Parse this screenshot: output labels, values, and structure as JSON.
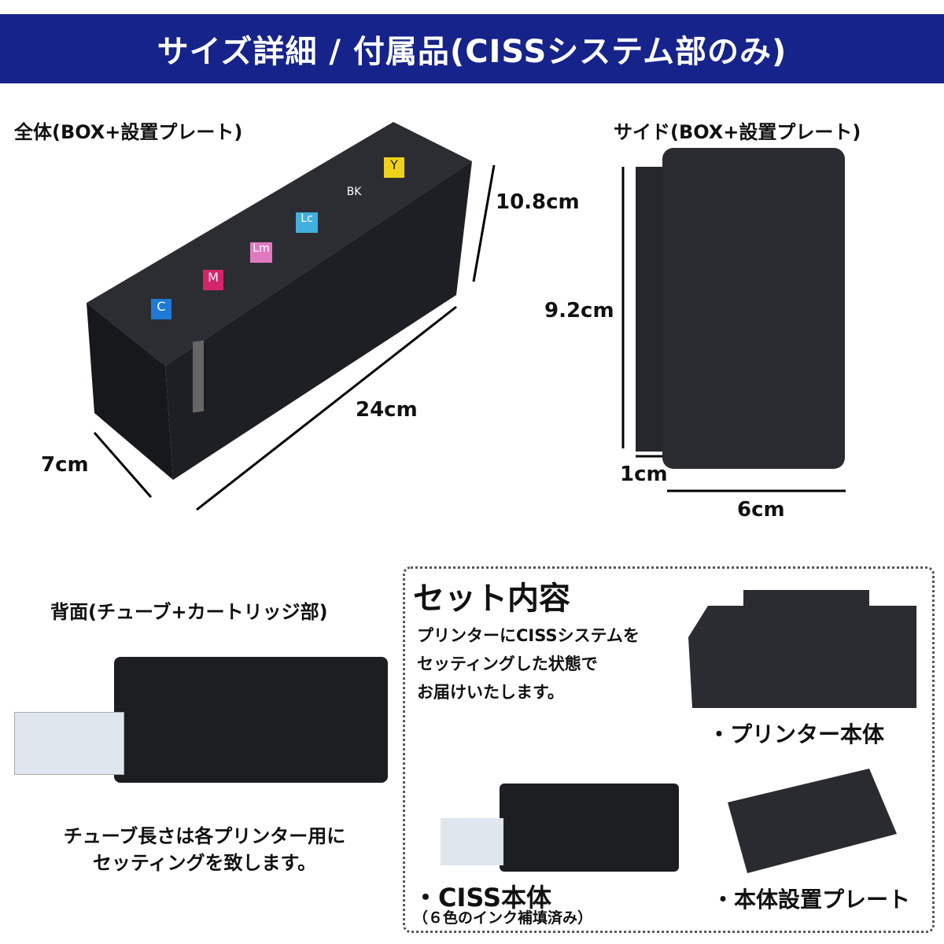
{
  "header": {
    "title": "サイズ詳細 / 付属品(CISSシステム部のみ)",
    "bg_color": "#16238a"
  },
  "overall": {
    "label": "全体(BOX+設置プレート)",
    "dims": {
      "height": "10.8cm",
      "length": "24cm",
      "depth": "7cm"
    },
    "tank_labels": [
      {
        "text": "C",
        "color": "#1e7ad6"
      },
      {
        "text": "M",
        "color": "#d4246a"
      },
      {
        "text": "Lm",
        "color": "#e07ac0"
      },
      {
        "text": "Lc",
        "color": "#3fb0e0"
      },
      {
        "text": "BK",
        "color": "#222222"
      },
      {
        "text": "Y",
        "color": "#f0d21a"
      }
    ]
  },
  "side": {
    "label": "サイド(BOX+設置プレート)",
    "dims": {
      "height": "9.2cm",
      "plate": "1cm",
      "width": "6cm"
    }
  },
  "back": {
    "label": "背面(チューブ+カートリッジ部)",
    "note_lines": [
      "チューブ長さは各プリンター用に",
      "セッティングを致します。"
    ]
  },
  "set": {
    "title": "セット内容",
    "desc_lines": [
      "プリンターにCISSシステムを",
      "セッティングした状態で",
      "お届けいたします。"
    ],
    "items": {
      "printer": "・プリンター本体",
      "ciss": "・CISS本体",
      "ciss_note": "（６色のインク補填済み）",
      "plate": "・本体設置プレート"
    }
  }
}
